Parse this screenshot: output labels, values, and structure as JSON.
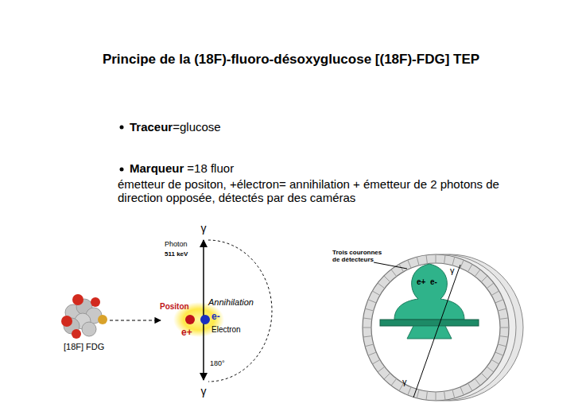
{
  "diagram": {
    "title": "Principe de la (18F)-fluoro-désoxyglucose [(18F)-FDG] TEP",
    "labels": [
      "Traceur",
      "=glucose",
      "Marqueur",
      "=18 fluor",
      "émetteur de positon, +électron= annihilation + émetteur de 2 photons de direction opposée, détectés par des caméras",
      "γ",
      "Photon",
      "511 keV",
      "Positon",
      "e+",
      "Annihilation",
      "e-",
      "Electron",
      "180°",
      "γ",
      "[18F] FDG",
      "Trois couronnes de détecteurs",
      "γ",
      "e+",
      "e-",
      "γ"
    ]
  }
}
